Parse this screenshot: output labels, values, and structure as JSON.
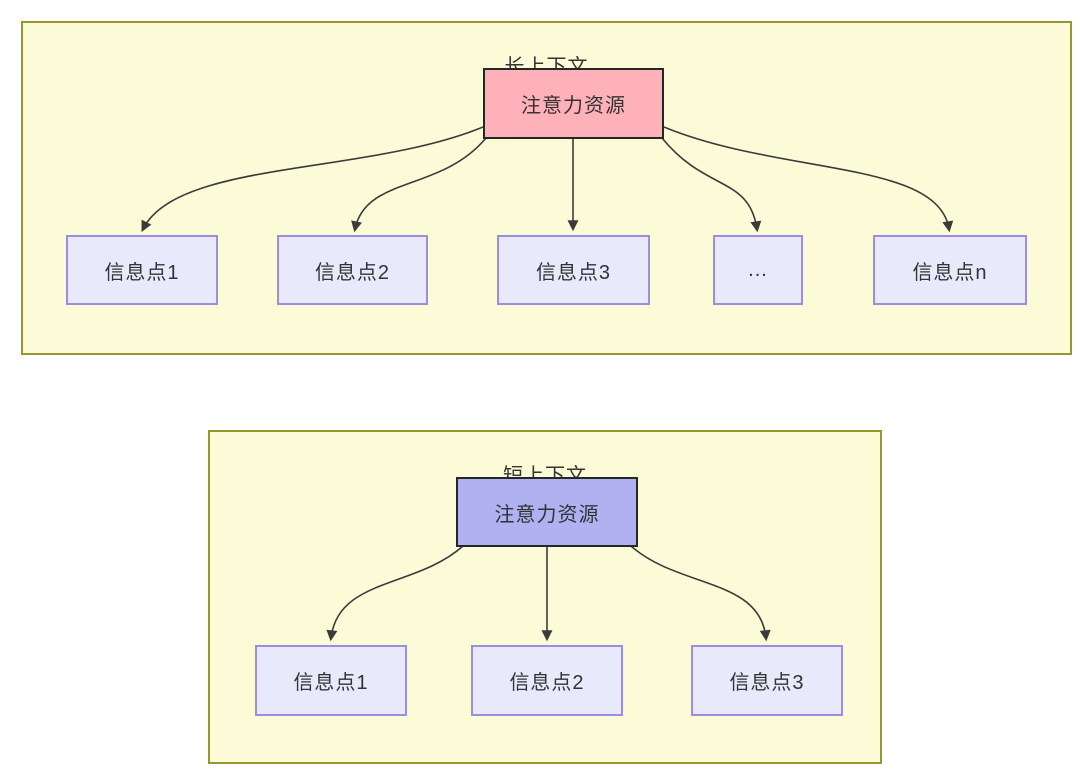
{
  "long_context": {
    "title": "长上下文",
    "attention_label": "注意力资源",
    "nodes": [
      "信息点1",
      "信息点2",
      "信息点3",
      "...",
      "信息点n"
    ]
  },
  "short_context": {
    "title": "短上下文",
    "attention_label": "注意力资源",
    "nodes": [
      "信息点1",
      "信息点2",
      "信息点3"
    ]
  },
  "colors": {
    "container_fill": "#fbfbd8",
    "container_border": "#97972f",
    "attention_long_fill": "#ffb1b9",
    "attention_short_fill": "#afb1f1",
    "attention_border": "#262626",
    "info_fill": "#e9e9fc",
    "info_border": "#9c8ce2",
    "arrow_color": "#3b3b3b",
    "text_color": "#333333"
  }
}
